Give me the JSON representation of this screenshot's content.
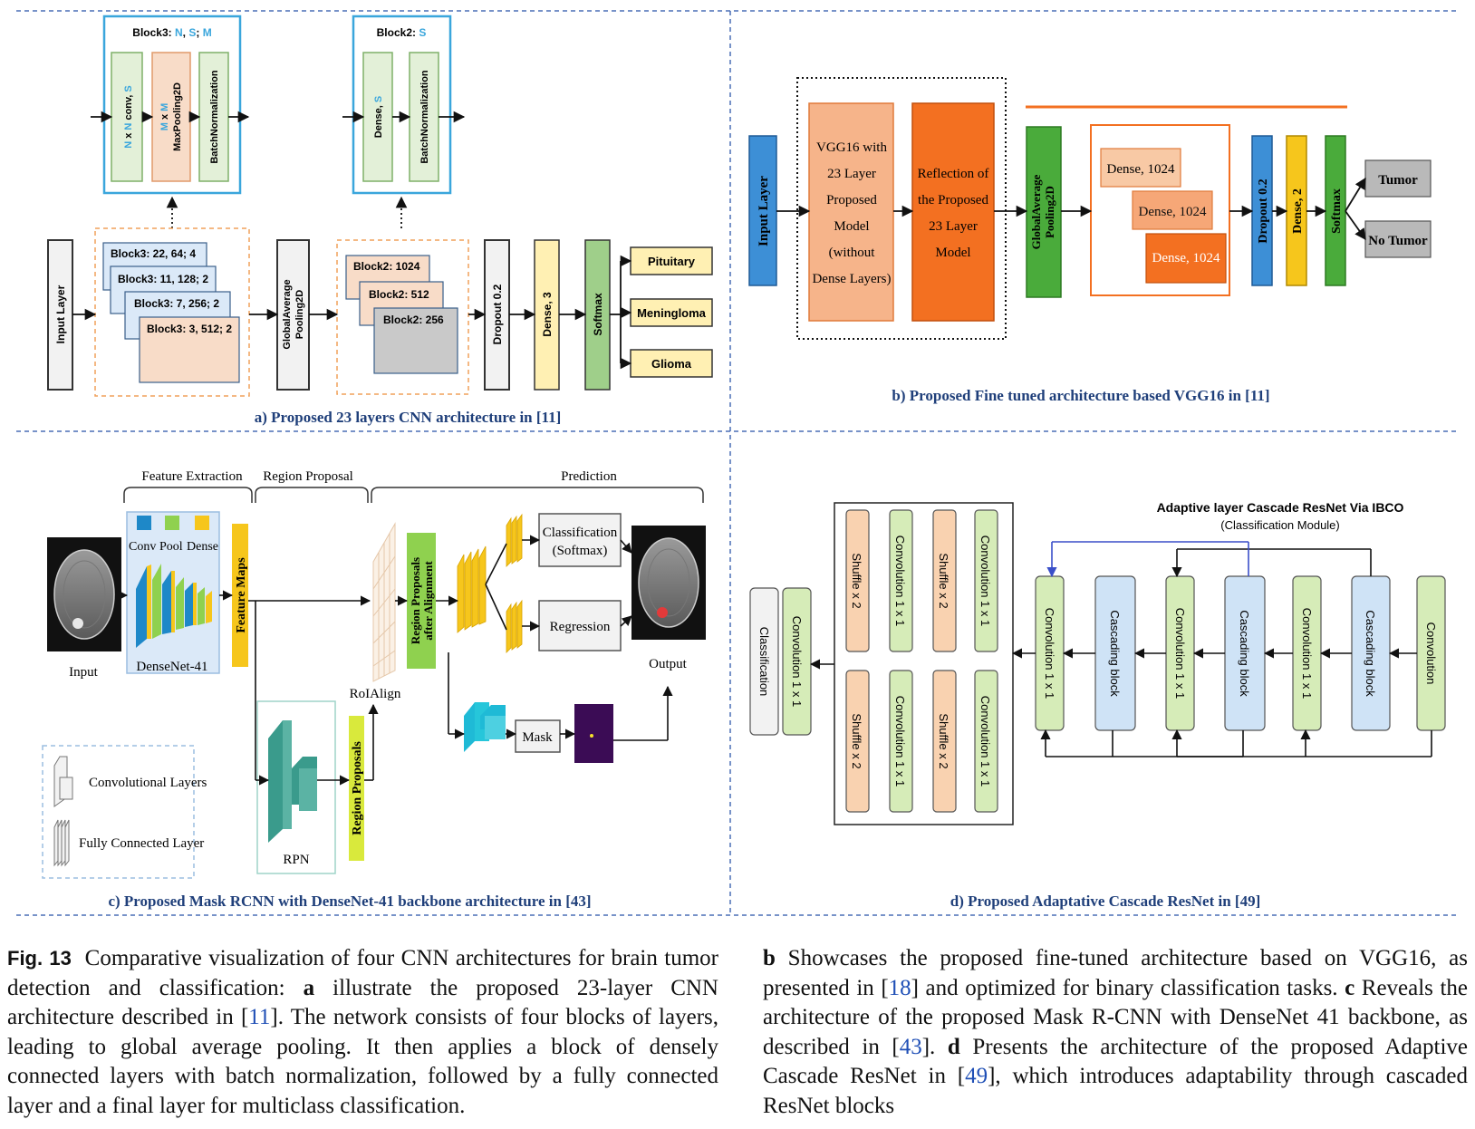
{
  "panels": {
    "a": {
      "caption": "a) Proposed 23 layers CNN architecture in [11]",
      "block3_title": {
        "prefix": "Block3: ",
        "N": "N",
        "S": "S",
        "M": "M",
        "sep1": ", ",
        "sep2": "; "
      },
      "block3_conv": {
        "N1": "N",
        "x": " x ",
        "N2": "N",
        "conv": " conv, ",
        "S": "S"
      },
      "block3_pool": {
        "M1": "M",
        "x": " x ",
        "M2": "M",
        "label": "MaxPooling2D"
      },
      "batchnorm": "BatchNormalization",
      "block2_title": {
        "prefix": "Block2: ",
        "S": "S"
      },
      "block2_dense": {
        "prefix": "Dense, ",
        "S": "S"
      },
      "input_layer": "Input Layer",
      "block3_stack": [
        "Block3: 22, 64; 4",
        "Block3: 11, 128; 2",
        "Block3: 7, 256; 2",
        "Block3: 3, 512; 2"
      ],
      "gap": [
        "GlobalAverage",
        "Pooling2D"
      ],
      "block2_stack": [
        "Block2: 1024",
        "Block2: 512",
        "Block2: 256"
      ],
      "dropout": "Dropout 0.2",
      "dense": "Dense, 3",
      "softmax": "Softmax",
      "outputs": [
        "Pituitary",
        "Meningloma",
        "Glioma"
      ]
    },
    "b": {
      "caption": "b) Proposed Fine tuned architecture based VGG16 in [11]",
      "input_layer": "Input Layer",
      "vgg_box": [
        "VGG16 with",
        "23 Layer",
        "Proposed",
        "Model",
        "(without",
        "Dense Layers)"
      ],
      "reflection_box": [
        "Reflection of",
        "the Proposed",
        "23 Layer",
        "Model"
      ],
      "gap": [
        "GlobalAverage",
        "Pooling2D"
      ],
      "dense_stack": [
        "Dense, 1024",
        "Dense, 1024",
        "Dense, 1024"
      ],
      "dropout": "Dropout 0.2",
      "dense": "Dense, 2",
      "softmax": "Softmax",
      "outputs": [
        "Tumor",
        "No Tumor"
      ]
    },
    "c": {
      "caption": "c) Proposed Mask RCNN with DenseNet-41 backbone architecture in [43]",
      "stages": [
        "Feature Extraction",
        "Region Proposal",
        "Prediction"
      ],
      "legend_top": [
        "Conv",
        "Pool",
        "Dense"
      ],
      "backbone": "DenseNet-41",
      "input": "Input",
      "feature_maps": "Feature Maps",
      "roialign": "RoIAlign",
      "region_proposals_aligned": [
        "Region Proposals",
        "after Alignment"
      ],
      "classification": [
        "Classification",
        "(Softmax)"
      ],
      "regression": "Regression",
      "output": "Output",
      "mask": "Mask",
      "rpn": "RPN",
      "region_proposals": "Region Proposals",
      "legend": [
        "Convolutional Layers",
        "Fully Connected Layer"
      ]
    },
    "d": {
      "caption": "d) Proposed Adaptative Cascade ResNet in [49]",
      "title": "Adaptive layer Cascade ResNet Via IBCO",
      "subtitle": "(Classification Module)",
      "main_chain": [
        "Convolution",
        "Cascading block",
        "Convolution 1 x 1",
        "Cascading block",
        "Convolution 1 x 1",
        "Cascading block",
        "Convolution 1 x 1"
      ],
      "grid_top": [
        "Convolution 1 x 1",
        "Shuffle x 2",
        "Convolution 1 x 1",
        "Shuffle x 2"
      ],
      "grid_bottom": [
        "Convolution 1 x 1",
        "Shuffle x 2",
        "Convolution 1 x 1",
        "Shuffle x 2"
      ],
      "final_conv": "Convolution 1 x 1",
      "classification": "Classification"
    }
  },
  "caption": {
    "fig_label": "Fig. 13",
    "left_text_1": "Comparative visualization of four CNN architectures for brain tumor detection and classification: ",
    "a": "a",
    "left_text_2": " illustrate the proposed 23-layer CNN architecture described in [",
    "ref_11": "11",
    "left_text_3": "]. The network consists of four blocks of layers, leading to global average pooling. It then applies a block of densely connected layers with batch normalization, followed by a fully connected layer and a final layer for multiclass classification.",
    "b": "b",
    "right_text_1": " Showcases the proposed fine-tuned architecture based on VGG16, as presented in [",
    "ref_18": "18",
    "right_text_2": "] and optimized for binary classification tasks. ",
    "c": "c",
    "right_text_3": " Reveals the architecture of the proposed Mask R-CNN with DenseNet 41 backbone, as described in [",
    "ref_43": "43",
    "right_text_4": "]. ",
    "d": "d",
    "right_text_5": " Presents the architecture of the proposed Adaptive Cascade ResNet in [",
    "ref_49": "49",
    "right_text_6": "], which introduces adaptability through cascaded ResNet blocks"
  },
  "colors": {
    "blue_border": "#3aa6dc",
    "blue_accent": "#4a90d9",
    "green_fill": "#e3f0d8",
    "peach_fill": "#f8dcc8",
    "orange_dash": "#f0a15a",
    "yellow_fill": "#fff0b3",
    "softmax_green": "#9fcf8a",
    "grey_fill": "#f2f2f2",
    "divider": "#4a6fb5",
    "caption_blue": "#1f3f7a",
    "vgg_blue": "#3d8fd6",
    "vgg_orange": "#f37021",
    "vgg_green": "#4aab3b",
    "vgg_yellow": "#f6c61c",
    "d_green": "#d6ecb8",
    "d_blue": "#cfe3f6",
    "d_orange": "#f9d2b0"
  }
}
